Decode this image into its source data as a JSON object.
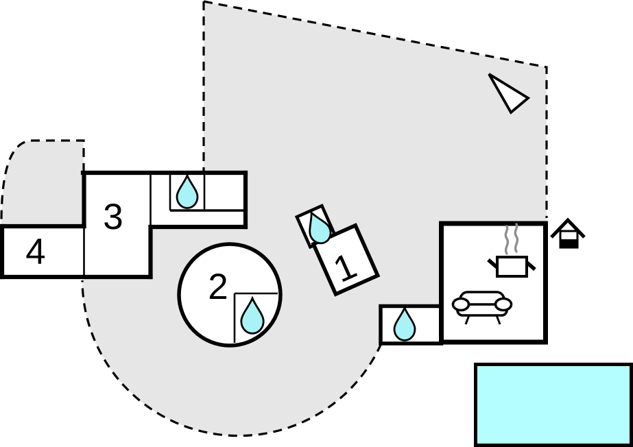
{
  "document": {
    "type": "floor-plan"
  },
  "colors": {
    "background": "#ffffff",
    "plot_fill": "#e6e6e6",
    "wall": "#000000",
    "water_drop_fill": "#a9f3f7",
    "pool_fill": "#b4feff",
    "steam": "#8f8f8f"
  },
  "rooms": [
    {
      "label": "1"
    },
    {
      "label": "2"
    },
    {
      "label": "3"
    },
    {
      "label": "4"
    }
  ],
  "icons": {
    "north_arrow": "north-arrow-icon",
    "house": "house-icon",
    "water_drop": "water-drop-icon",
    "cooking_pot": "cooking-pot-icon",
    "steam": "steam-icon",
    "sofa": "sofa-icon",
    "pool": "swimming-pool"
  }
}
